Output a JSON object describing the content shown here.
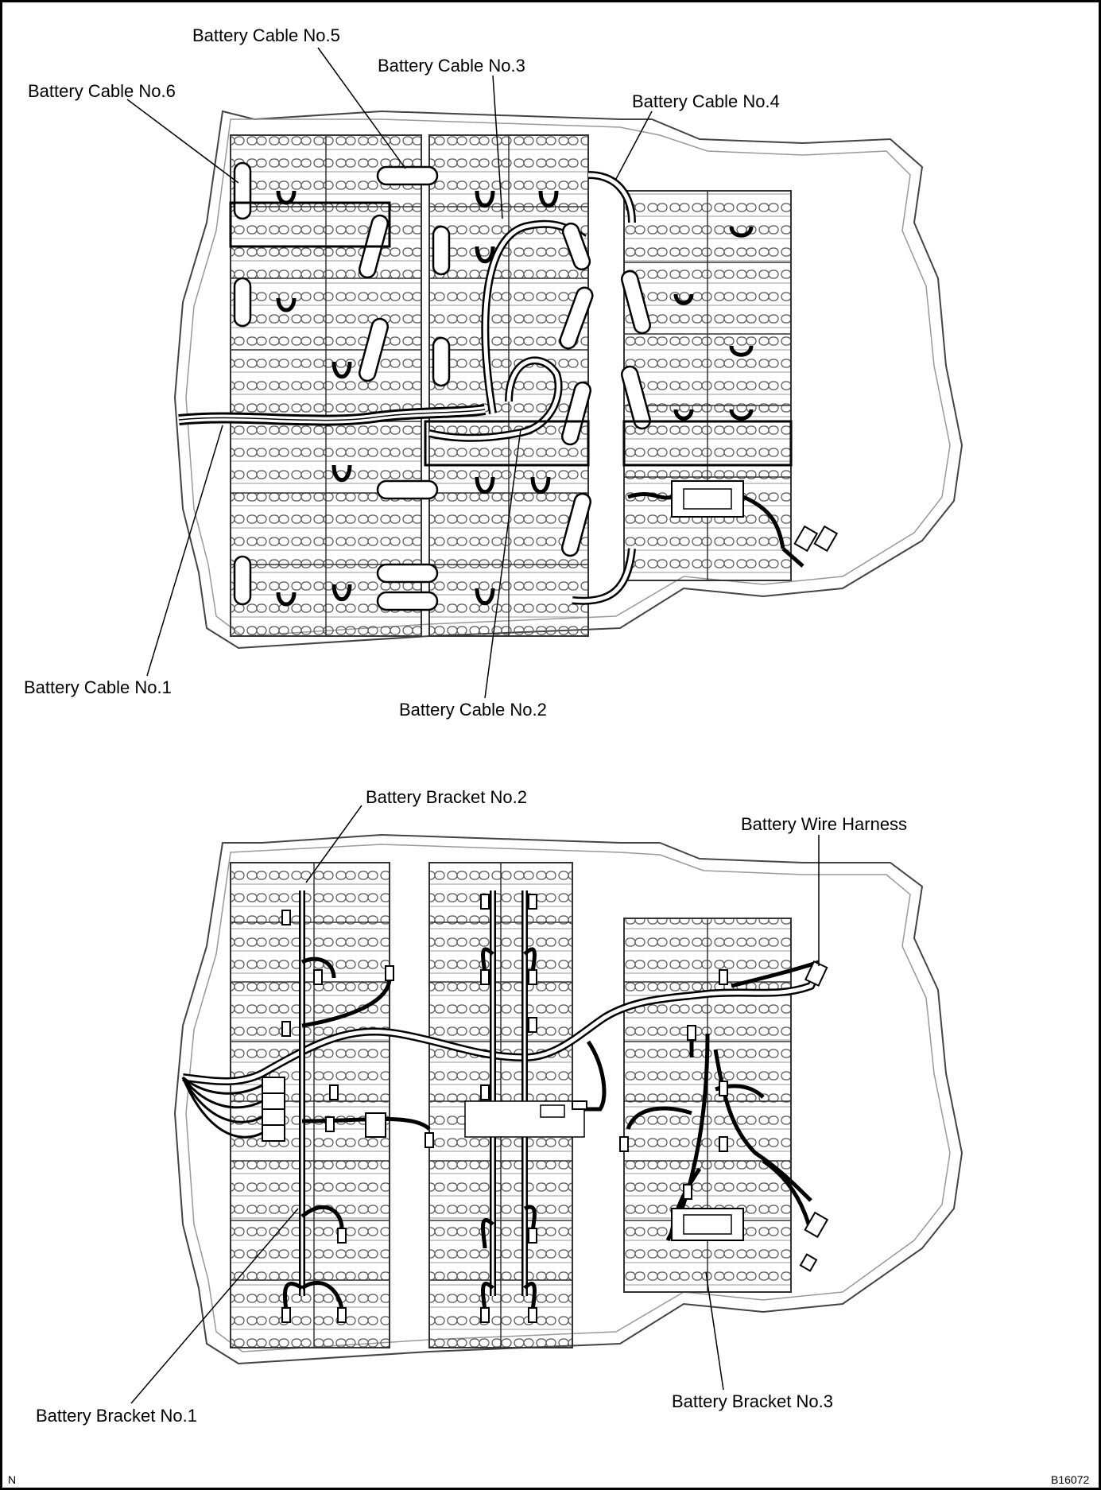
{
  "top_diagram": {
    "labels": {
      "cable6": "Battery Cable No.6",
      "cable5": "Battery Cable No.5",
      "cable3": "Battery Cable No.3",
      "cable4": "Battery Cable No.4",
      "cable1": "Battery Cable No.1",
      "cable2": "Battery Cable No.2"
    }
  },
  "bottom_diagram": {
    "labels": {
      "bracket2": "Battery Bracket No.2",
      "harness": "Battery Wire Harness",
      "bracket1": "Battery Bracket No.1",
      "bracket3": "Battery Bracket No.3"
    }
  },
  "footer": {
    "left_code": "N",
    "figure_code": "B16072"
  }
}
